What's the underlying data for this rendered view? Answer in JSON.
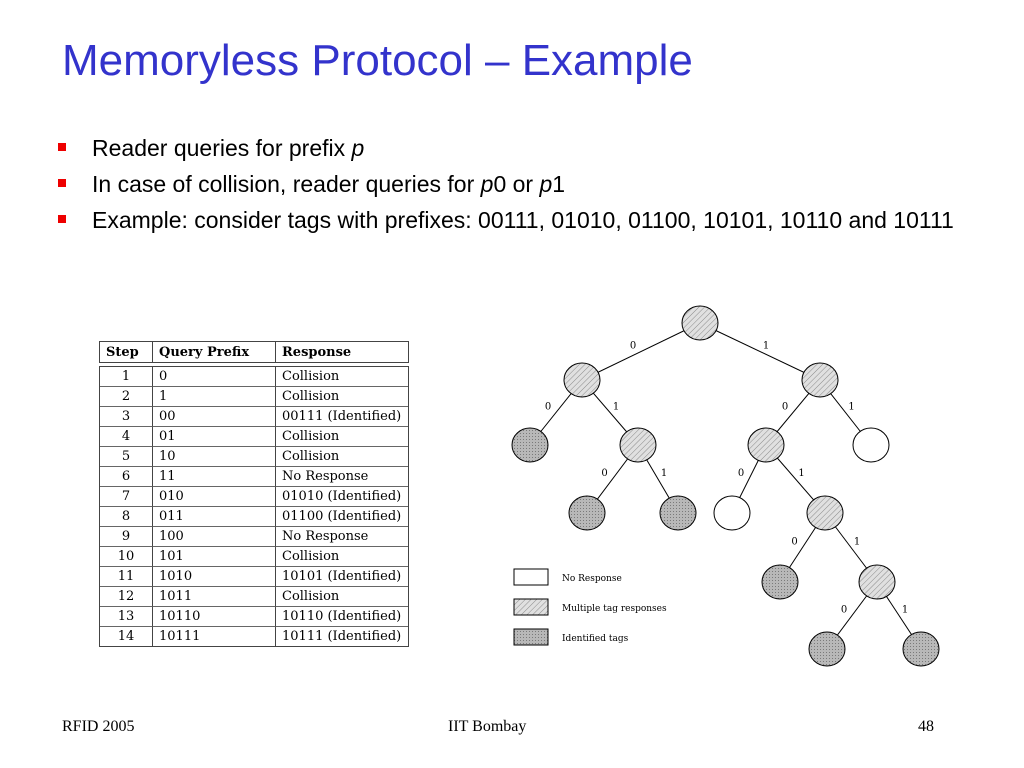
{
  "title": "Memoryless Protocol – Example",
  "bullets": [
    {
      "pre": "Reader queries for prefix ",
      "it1": "p",
      "mid": "",
      "it2": "",
      "post": ""
    },
    {
      "pre": "In case of collision, reader queries for ",
      "it1": "p",
      "mid": "0 or ",
      "it2": "p",
      "post": "1"
    },
    {
      "pre": "Example: consider tags with prefixes: 00111, 01010, 01100, 10101, 10110 and 10111",
      "it1": "",
      "mid": "",
      "it2": "",
      "post": ""
    }
  ],
  "table": {
    "headers": [
      "Step",
      "Query Prefix",
      "Response"
    ],
    "rows": [
      [
        "1",
        "0",
        "Collision"
      ],
      [
        "2",
        "1",
        "Collision"
      ],
      [
        "3",
        "00",
        "00111 (Identified)"
      ],
      [
        "4",
        "01",
        "Collision"
      ],
      [
        "5",
        "10",
        "Collision"
      ],
      [
        "6",
        "11",
        "No Response"
      ],
      [
        "7",
        "010",
        "01010 (Identified)"
      ],
      [
        "8",
        "011",
        "01100 (Identified)"
      ],
      [
        "9",
        "100",
        "No Response"
      ],
      [
        "10",
        "101",
        "Collision"
      ],
      [
        "11",
        "1010",
        "10101 (Identified)"
      ],
      [
        "12",
        "1011",
        "Collision"
      ],
      [
        "13",
        "10110",
        "10110 (Identified)"
      ],
      [
        "14",
        "10111",
        "10111 (Identified)"
      ]
    ]
  },
  "tree": {
    "edge_label_0": "0",
    "edge_label_1": "1",
    "colors": {
      "collision": "#e0e0e0",
      "identified": "#b8b8b8",
      "none": "#ffffff"
    },
    "legend": [
      {
        "type": "none",
        "label": "No Response"
      },
      {
        "type": "collision",
        "label": "Multiple tag responses"
      },
      {
        "type": "identified",
        "label": "Identified tags"
      }
    ]
  },
  "footer": {
    "left": "RFID 2005",
    "center": "IIT Bombay",
    "right": "48"
  }
}
